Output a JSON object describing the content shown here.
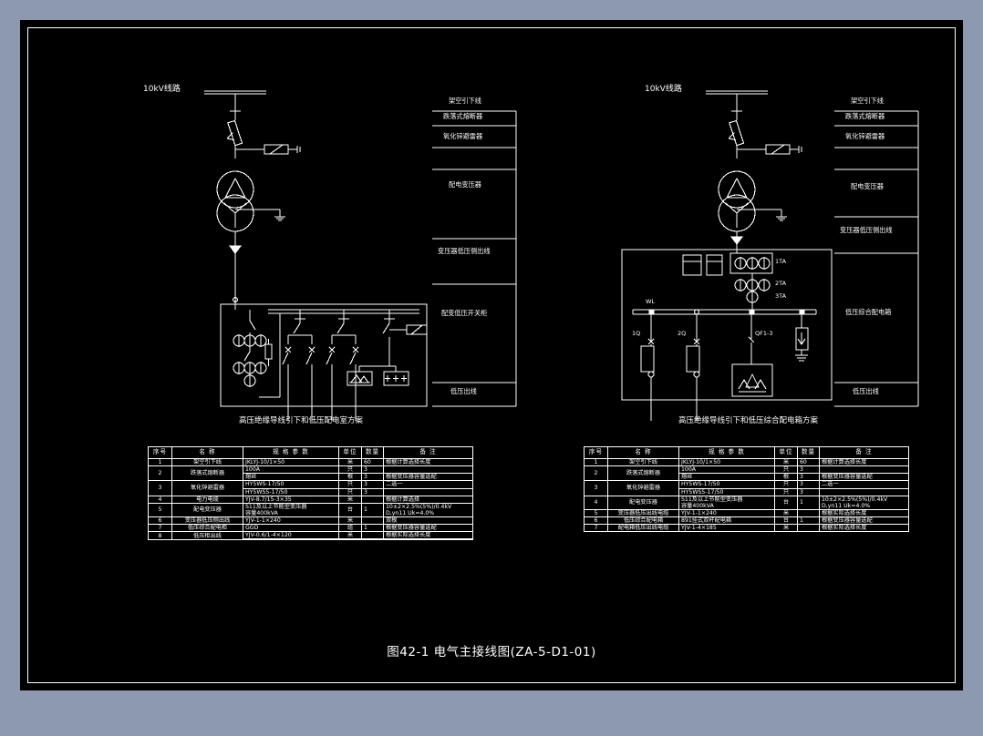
{
  "sheet": {
    "title": "图42-1 电气主接线图(ZA-5-D1-01)",
    "background_color": "#8c99ae",
    "drawing_color": "#000000",
    "line_color": "#ffffff"
  },
  "left_scheme": {
    "source_label": "10kV线路",
    "caption": "高压绝缘导线引下和低压配电室方案",
    "legend": [
      {
        "label": "架空引下线"
      },
      {
        "label": "跌落式熔断器"
      },
      {
        "label": "氧化锌避雷器"
      },
      {
        "label": "配电变压器"
      },
      {
        "label": "变压器低压侧出线"
      },
      {
        "label": "配变低压开关柜"
      },
      {
        "label": "低压出线"
      }
    ]
  },
  "right_scheme": {
    "source_label": "10kV线路",
    "caption": "高压绝缘导线引下和低压综合配电箱方案",
    "legend": [
      {
        "label": "架空引下线"
      },
      {
        "label": "跌落式熔断器"
      },
      {
        "label": "氧化锌避雷器"
      },
      {
        "label": "配电变压器"
      },
      {
        "label": "变压器低压侧出线"
      },
      {
        "label": "低压综合配电箱"
      },
      {
        "label": "低压出线"
      }
    ],
    "device_tags": {
      "ct1": "1TA",
      "ct2": "2TA",
      "ct3": "3TA",
      "busbar": "WL",
      "switch1": "1Q",
      "switch2": "2Q",
      "switch3": "QF1-3"
    }
  },
  "left_table": {
    "headers": [
      "序号",
      "名  称",
      "规 格 参 数",
      "单位",
      "数量",
      "备    注"
    ],
    "rows": [
      {
        "no": "1",
        "name": "架空引下线",
        "spec": "JKLYJ-10/1×50",
        "unit": "米",
        "qty": "60",
        "remark": "根据计算选择长度"
      },
      {
        "no": "2",
        "name": "跌落式熔断器",
        "spec": "100A",
        "unit": "只",
        "qty": "3",
        "remark": ""
      },
      {
        "no": "",
        "name": "",
        "spec": "熔丝",
        "unit": "根",
        "qty": "3",
        "remark": "根据变压器容量选配"
      },
      {
        "no": "3",
        "name": "氧化锌避雷器",
        "spec": "HY5WS-17/50",
        "unit": "只",
        "qty": "3",
        "remark": "二选一"
      },
      {
        "no": "",
        "name": "",
        "spec": "HY5WS5-17/50",
        "unit": "只",
        "qty": "3",
        "remark": ""
      },
      {
        "no": "4",
        "name": "电力电缆",
        "spec": "YJV-8.7/15-3×35",
        "unit": "米",
        "qty": "",
        "remark": "根据计算选择"
      },
      {
        "no": "5",
        "name": "配电变压器",
        "spec": "S11及以上节能型变压器\n容量400kVA",
        "unit": "台",
        "qty": "1",
        "remark": "10±2×2.5%(5%)/0.4kV\nD,yn11  Uk=4.0%"
      },
      {
        "no": "6",
        "name": "变压器低压侧出线",
        "spec": "YJV-1-1×240",
        "unit": "米",
        "qty": "",
        "remark": "双根"
      },
      {
        "no": "7",
        "name": "低压综合配电柜",
        "spec": "GGD",
        "unit": "组",
        "qty": "1",
        "remark": "根据变压器容量选配"
      },
      {
        "no": "8",
        "name": "低压柜出线",
        "spec": "YJV-0.6/1-4×120",
        "unit": "米",
        "qty": "",
        "remark": "根据实际选择长度"
      },
      {
        "no": "",
        "name": "",
        "spec": "",
        "unit": "",
        "qty": "",
        "remark": ""
      }
    ]
  },
  "right_table": {
    "headers": [
      "序号",
      "名  称",
      "规 格 参 数",
      "单位",
      "数量",
      "备    注"
    ],
    "rows": [
      {
        "no": "1",
        "name": "架空引下线",
        "spec": "JKLYJ-10/1×50",
        "unit": "米",
        "qty": "60",
        "remark": "根据计算选择长度"
      },
      {
        "no": "2",
        "name": "跌落式熔断器",
        "spec": "100A",
        "unit": "只",
        "qty": "3",
        "remark": ""
      },
      {
        "no": "",
        "name": "",
        "spec": "熔丝",
        "unit": "根",
        "qty": "3",
        "remark": "根据变压器容量选配"
      },
      {
        "no": "3",
        "name": "氧化锌避雷器",
        "spec": "HY5WS-17/50",
        "unit": "只",
        "qty": "3",
        "remark": "二选一"
      },
      {
        "no": "",
        "name": "",
        "spec": "HY5WS5-17/50",
        "unit": "只",
        "qty": "3",
        "remark": ""
      },
      {
        "no": "4",
        "name": "配电变压器",
        "spec": "S11及以上节能型变压器\n容量400kVA",
        "unit": "台",
        "qty": "1",
        "remark": "10±2×2.5%(5%)/0.4kV\nD,yn11  Uk=4.0%"
      },
      {
        "no": "5",
        "name": "变压器低压出线电缆",
        "spec": "YJV-1-1×240",
        "unit": "米",
        "qty": "",
        "remark": "根据实际选择长度"
      },
      {
        "no": "6",
        "name": "低压综合配电箱",
        "spec": "891挂式双杆配电箱",
        "unit": "台",
        "qty": "1",
        "remark": "根据变压器容量选配"
      },
      {
        "no": "7",
        "name": "配电箱低压出线电缆",
        "spec": "YJV-1-4×185",
        "unit": "米",
        "qty": "",
        "remark": "根据实际选择长度"
      }
    ]
  }
}
